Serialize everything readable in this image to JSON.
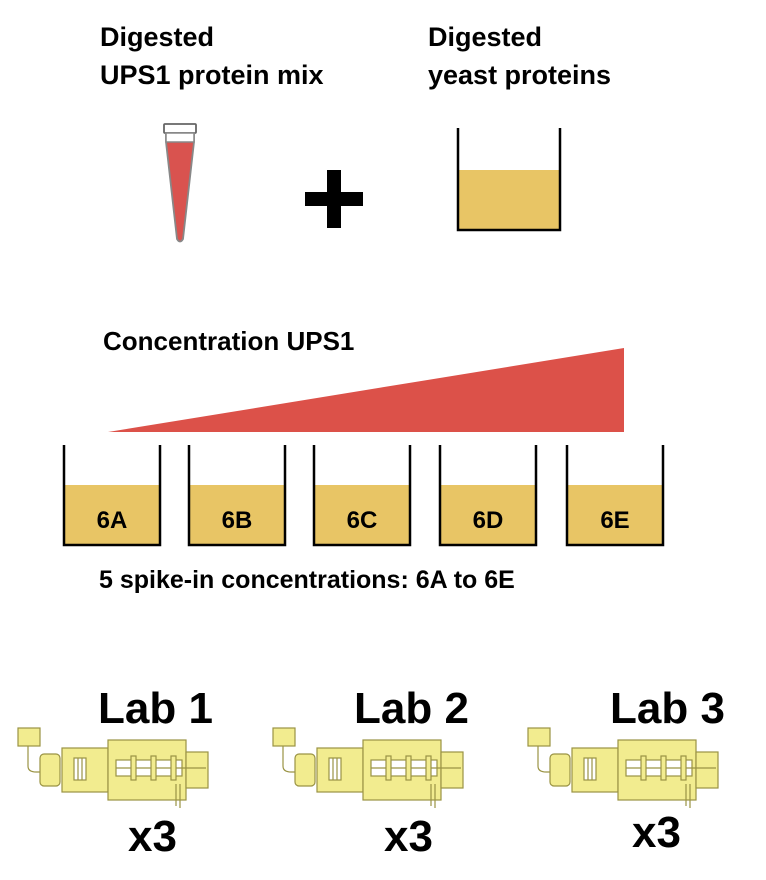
{
  "inputs": {
    "ups1": {
      "line1": "Digested",
      "line2": "UPS1 protein mix",
      "icon": "tube-icon",
      "color": "#d9534f"
    },
    "yeast": {
      "line1": "Digested",
      "line2": "yeast proteins",
      "icon": "beaker-icon",
      "color": "#e8c565"
    },
    "combine_icon": "plus-icon"
  },
  "gradient": {
    "label": "Concentration UPS1",
    "color": "#dc5149"
  },
  "wells": [
    {
      "label": "6A"
    },
    {
      "label": "6B"
    },
    {
      "label": "6C"
    },
    {
      "label": "6D"
    },
    {
      "label": "6E"
    }
  ],
  "wells_caption": "5 spike-in concentrations: 6A to 6E",
  "labs": [
    {
      "name": "Lab 1",
      "replicates": "x3"
    },
    {
      "name": "Lab 2",
      "replicates": "x3"
    },
    {
      "name": "Lab 3",
      "replicates": "x3"
    }
  ],
  "colors": {
    "liquid": "#e8c565",
    "instrument_fill": "#f2ec8f",
    "instrument_stroke": "#9a9344"
  }
}
